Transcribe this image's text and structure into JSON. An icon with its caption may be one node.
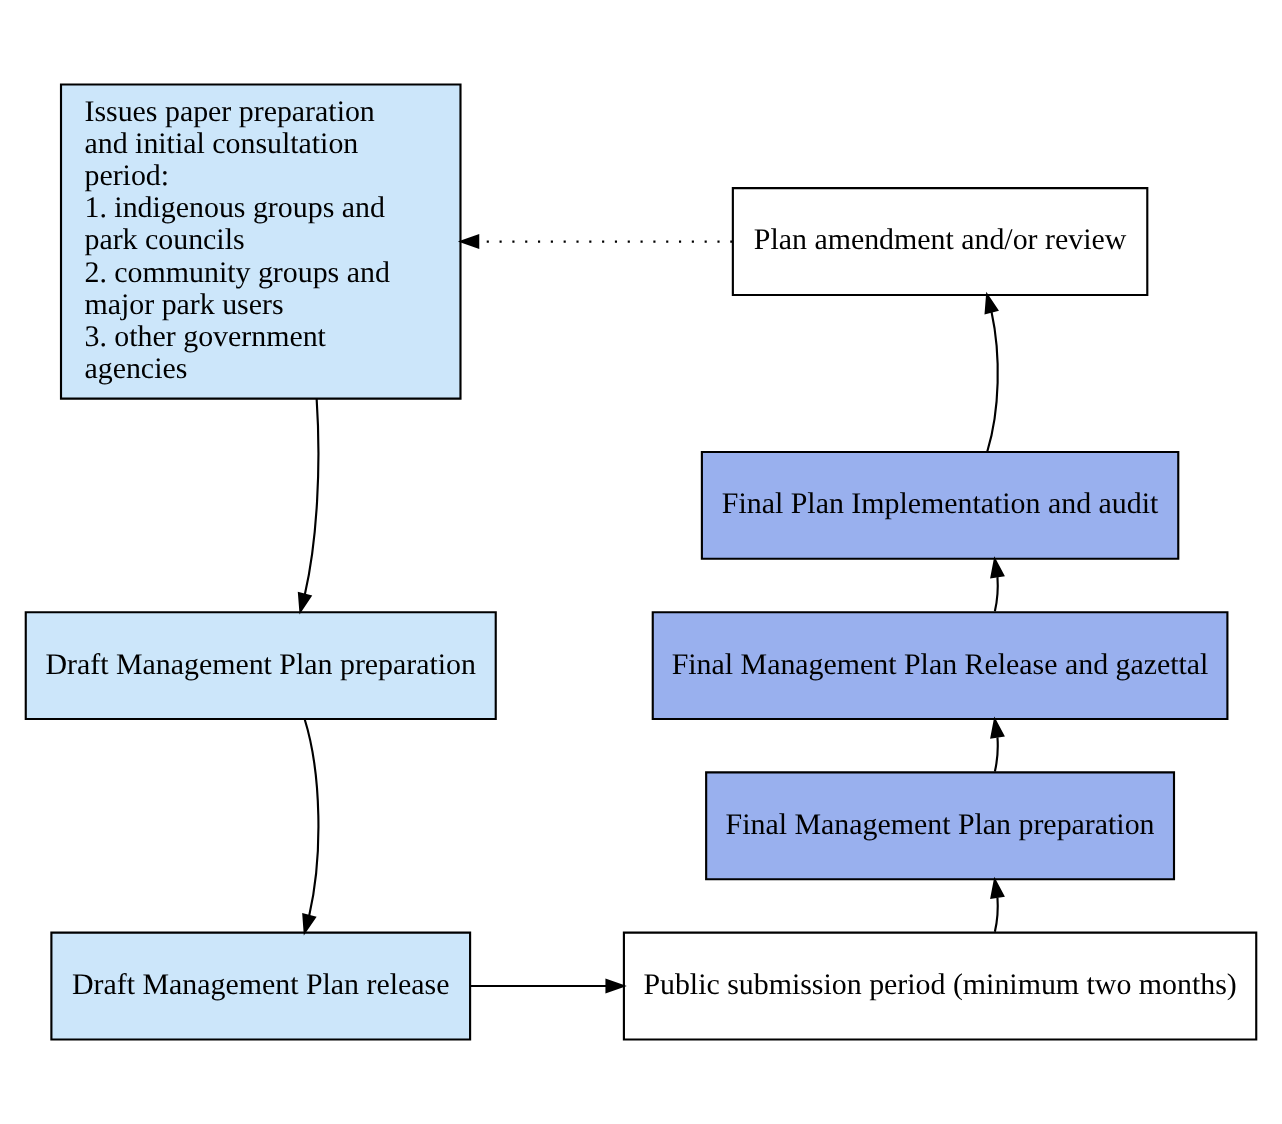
{
  "diagram": {
    "nodes": [
      {
        "text": [
          "Issues paper preparation and initial consultation period:",
          "1. indigenous groups and park councils",
          "2. community groups and major park users",
          "3. other government agencies"
        ]
      },
      {
        "text": [
          "Draft Management Plan preparation"
        ]
      },
      {
        "text": [
          "Draft Management Plan release"
        ]
      },
      {
        "text": [
          "Public submission period (minimum two months)"
        ]
      },
      {
        "text": [
          "Final Management Plan preparation"
        ]
      },
      {
        "text": [
          "Final Management Plan Release and gazettal"
        ]
      },
      {
        "text": [
          "Final Plan Implementation and audit"
        ]
      },
      {
        "text": [
          "Plan amendment and/or review"
        ]
      }
    ],
    "edges": [
      {
        "from": 0,
        "to": 1,
        "arrow": "to"
      },
      {
        "from": 1,
        "to": 2,
        "arrow": "to"
      },
      {
        "from": 2,
        "to": 3,
        "arrow": "to"
      },
      {
        "from": 3,
        "to": 4,
        "arrow": "to"
      },
      {
        "from": 4,
        "to": 5,
        "arrow": "to"
      },
      {
        "from": 5,
        "to": 6,
        "arrow": "to"
      },
      {
        "from": 6,
        "to": 7,
        "arrow": "to"
      },
      {
        "from": 7,
        "to": 0,
        "arrow": "to",
        "style": "dashed"
      }
    ]
  }
}
